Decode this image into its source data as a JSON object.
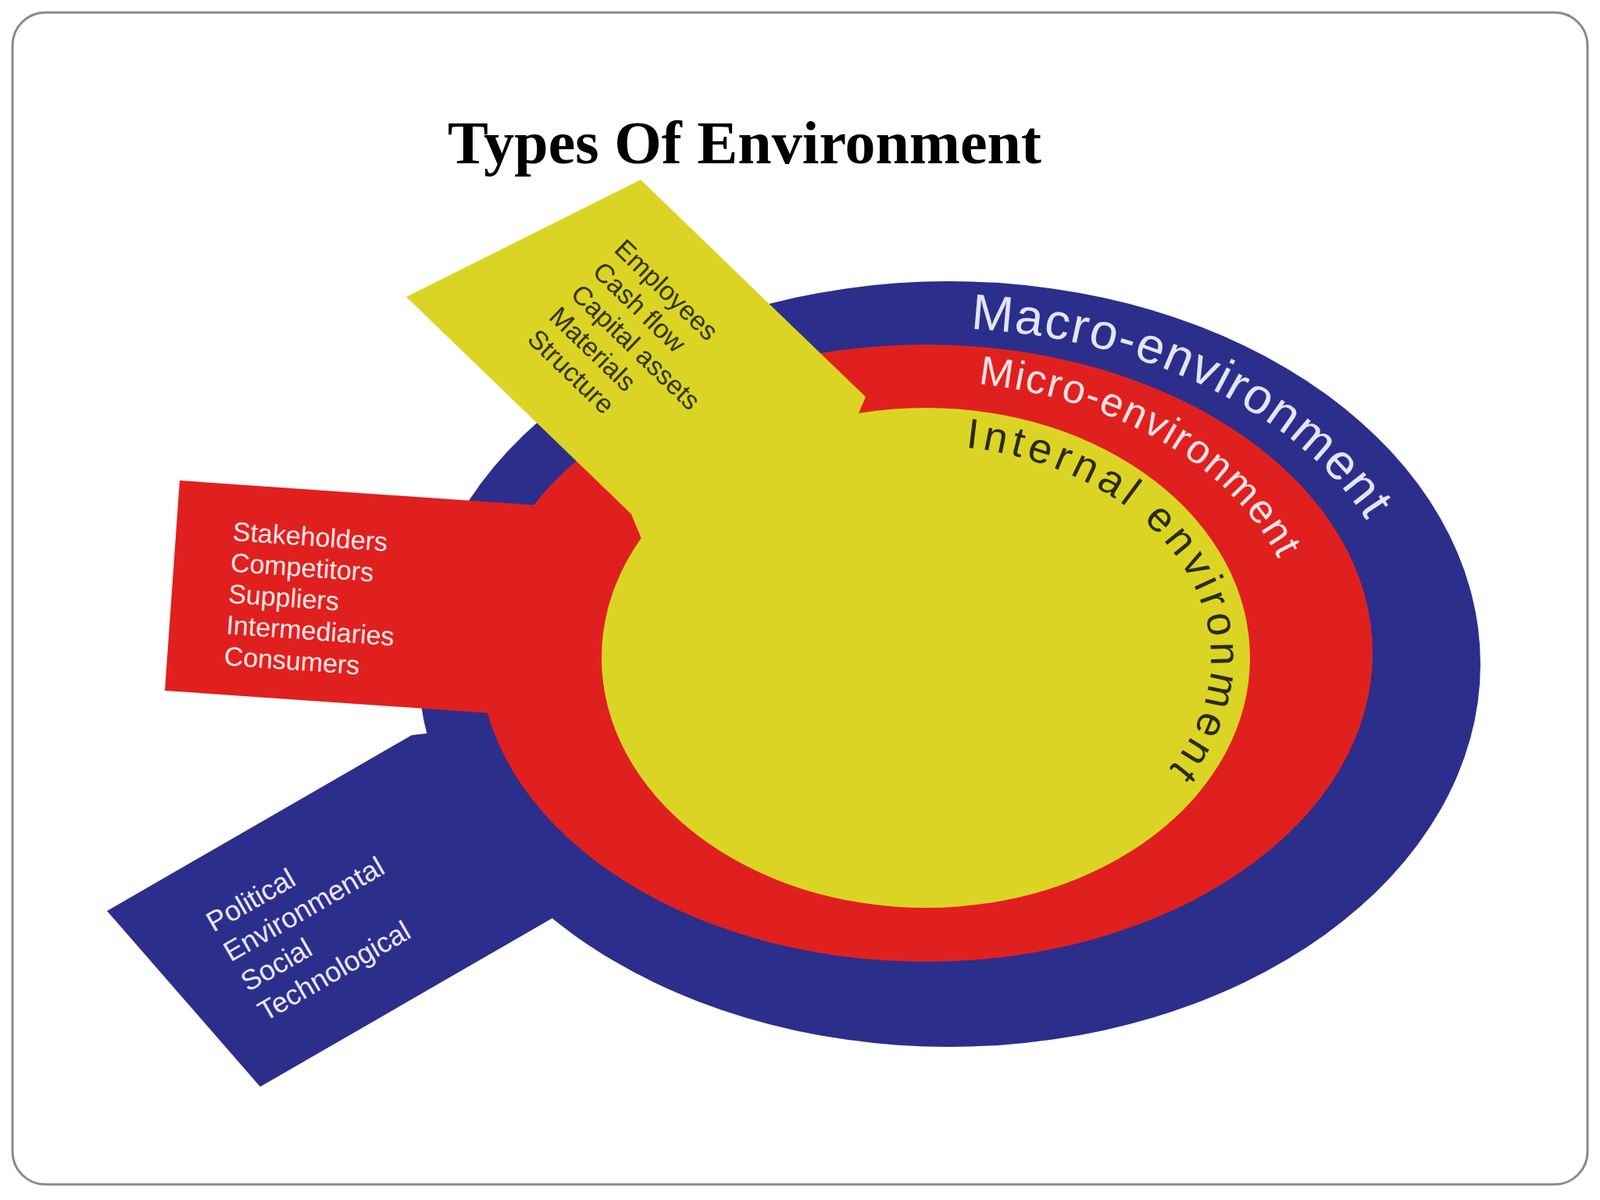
{
  "diagram": {
    "title": "Types Of Environment",
    "nodes": [
      {
        "text": [
          "Macro-environment",
          "Political",
          "Environmental",
          "Social",
          "Technological"
        ]
      },
      {
        "text": [
          "Micro-environment",
          "Stakeholders",
          "Competitors",
          "Suppliers",
          "Intermediaries",
          "Consumers"
        ],
        "in": 0
      },
      {
        "text": [
          "Internal environment",
          "Employees",
          "Cash flow",
          "Capital assets",
          "Materials",
          "Structure"
        ],
        "in": 1
      }
    ]
  }
}
